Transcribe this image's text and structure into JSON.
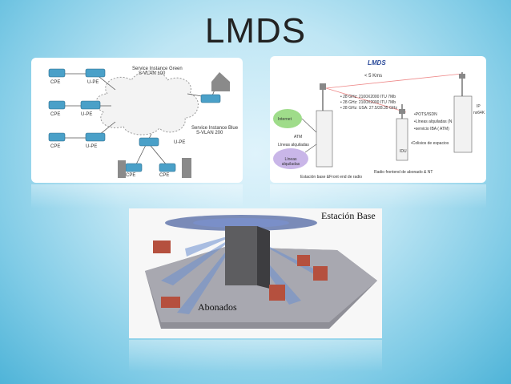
{
  "slide": {
    "title": "LMDS"
  },
  "panel1": {
    "cloud_label_top": "Service Instance Green",
    "cloud_label_top2": "S-VLAN 100",
    "cloud_label_bottom": "Service Instance Blue",
    "cloud_label_bottom2": "S-VLAN 200",
    "nodes": [
      "CPE",
      "U-PE",
      "CPE",
      "U-PE",
      "CPE",
      "U-PE",
      "CPE",
      "CPE",
      "U-PE"
    ]
  },
  "panel2": {
    "title": "LMDS",
    "distance": "< 5 Kms",
    "bands": [
      "• 28 GHz: 2100X2000 ITU 7Mb",
      "• 28 GHz: 2100X2000 ITU 7Mb",
      "• 28 GHz: USA: 27.5/28.35 GHz"
    ],
    "services": [
      "•POTS/ISDN",
      "•Líneas alquiladas (N",
      "•servicio IBA ( ATM)"
    ],
    "internet": "Internet",
    "atm": "ATM",
    "lineas": "Líneas alquiladas",
    "alquiladas_cloud": "Líneas alquiladas",
    "idu": "IDU",
    "colisos": "•Colisios de espacios",
    "ip": "IP",
    "nx64": "nx64K",
    "base_caption": "Estación base &Front end de radio",
    "radio_caption": "Radio frontend de abonado & NT"
  },
  "panel3": {
    "base_label": "Estación Base",
    "subscribers_label": "Abonados"
  }
}
